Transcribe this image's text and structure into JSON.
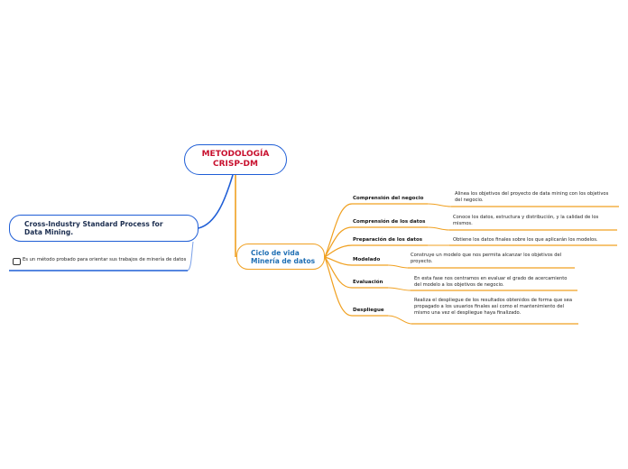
{
  "root": {
    "line1": "METODOLOGÍA",
    "line2": "CRISP-DM"
  },
  "left_branch": {
    "title": "Cross-Industry Standard Process for Data Mining.",
    "note": "Es un método probado para orientar sus trabajos de minería de datos",
    "note_icon": "note-icon"
  },
  "right_branch": {
    "title_line1": "Ciclo de vida",
    "title_line2": "Minería de datos",
    "phases": [
      {
        "label": "Comprensión del negocio",
        "desc": "Alinea los objetivos del proyecto de data mining con los objetivos del negocio."
      },
      {
        "label": "Comprensión de los datos",
        "desc": "Conoce los datos, estructura y distribución, y la calidad de los mismos."
      },
      {
        "label": "Preparación de los datos",
        "desc": "Obtiene los datos finales sobre los que aplicarán los modelos."
      },
      {
        "label": "Modelado",
        "desc": "Construye un modelo que nos permita alcanzar los objetivos del proyecto."
      },
      {
        "label": "Evaluación",
        "desc": "En esta fase nos centramos en evaluar el grado de acercamiento del modelo a los objetivos de negocio."
      },
      {
        "label": "Despliegue",
        "desc": "Realiza el despliegue de los resultados obtenidos de forma que sea propagado a los usuarios finales así como el mantenimiento del mismo una vez el despliegue haya finalizado."
      }
    ]
  },
  "colors": {
    "blue_line": "#1f5ed6",
    "orange_line": "#f0a020",
    "root_text": "#c8102e",
    "branch_text": "#1f6fb4"
  }
}
